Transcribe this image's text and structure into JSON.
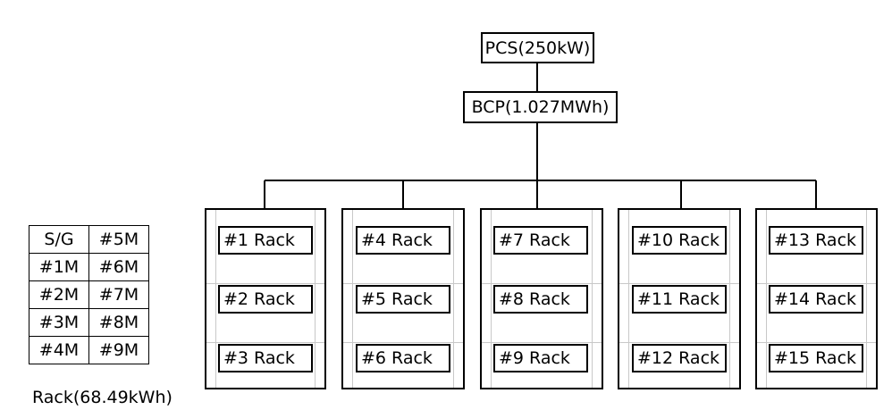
{
  "pcs": {
    "label": "PCS(250kW)"
  },
  "bcp": {
    "label": "BCP(1.027MWh)"
  },
  "groups": [
    {
      "racks": [
        "#1 Rack",
        "#2 Rack",
        "#3 Rack"
      ]
    },
    {
      "racks": [
        "#4 Rack",
        "#5 Rack",
        "#6 Rack"
      ]
    },
    {
      "racks": [
        "#7 Rack",
        "#8 Rack",
        "#9 Rack"
      ]
    },
    {
      "racks": [
        "#10 Rack",
        "#11 Rack",
        "#12 Rack"
      ]
    },
    {
      "racks": [
        "#13 Rack",
        "#14 Rack",
        "#15 Rack"
      ]
    }
  ],
  "legend": {
    "rows": [
      [
        "S/G",
        "#5M"
      ],
      [
        "#1M",
        "#6M"
      ],
      [
        "#2M",
        "#7M"
      ],
      [
        "#3M",
        "#8M"
      ],
      [
        "#4M",
        "#9M"
      ]
    ],
    "caption": "Rack(68.49kWh)"
  }
}
